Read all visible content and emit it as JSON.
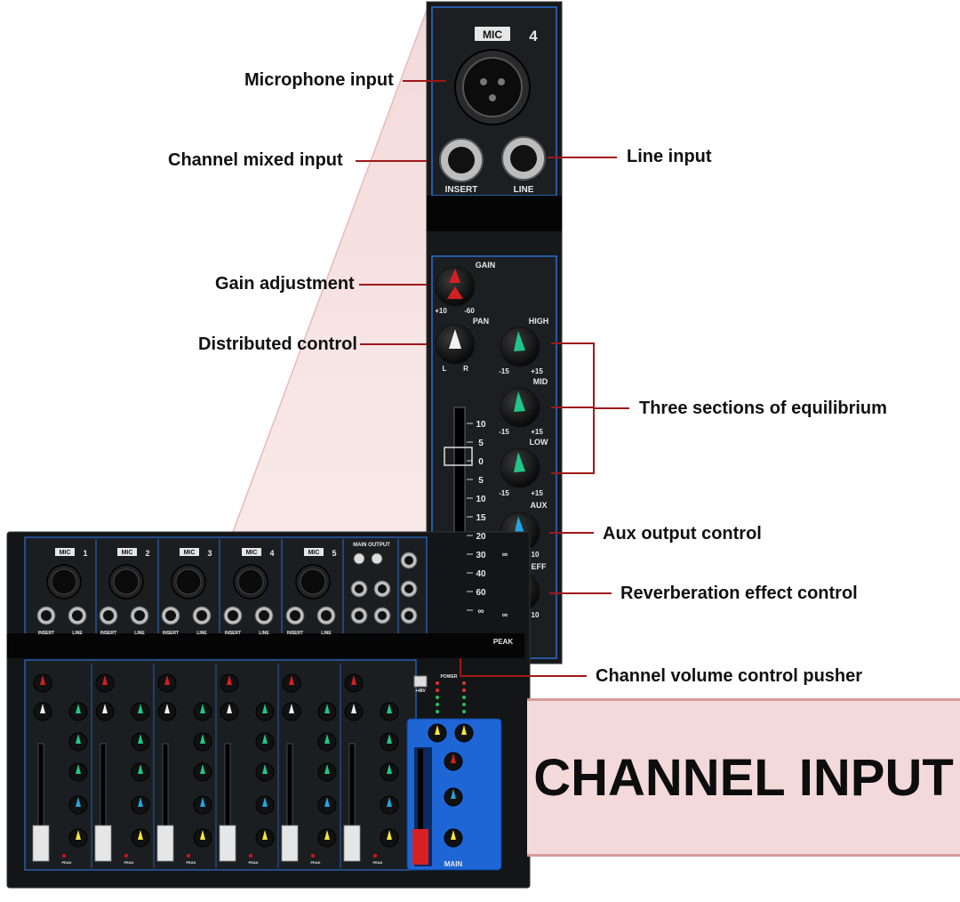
{
  "callouts": {
    "microphone_input": "Microphone input",
    "channel_mixed_input": "Channel mixed input",
    "line_input": "Line input",
    "gain_adjustment": "Gain adjustment",
    "distributed_control": "Distributed control",
    "three_sections": "Three sections of equilibrium",
    "aux_output": "Aux output control",
    "reverb_effect": "Reverberation effect control",
    "volume_pusher": "Channel volume control pusher"
  },
  "banner": {
    "title": "CHANNEL INPUT"
  },
  "strip": {
    "mic_label": "MIC",
    "channel_number": "4",
    "insert_label": "INSERT",
    "line_label": "LINE",
    "gain_label": "GAIN",
    "gain_min": "+10",
    "gain_max": "-60",
    "pan_label": "PAN",
    "pan_left": "L",
    "pan_right": "R",
    "high_label": "HIGH",
    "mid_label": "MID",
    "low_label": "LOW",
    "aux_label": "AUX",
    "eff_label": "EFF",
    "eq_min": "-15",
    "eq_max": "+15",
    "aux_min": "∞",
    "aux_max": "10",
    "peak_label": "PEAK",
    "fader_scale": [
      "10",
      "5",
      "0",
      "5",
      "10",
      "15",
      "20",
      "30",
      "40",
      "60",
      "∞"
    ]
  },
  "mixer": {
    "channel_numbers": [
      "1",
      "2",
      "3",
      "4",
      "5"
    ],
    "main_output_label": "MAIN OUTPUT",
    "main_label": "MAIN",
    "power_label": "POWER",
    "phantom_label": "+48V"
  },
  "colors": {
    "accent_red": "#a01818",
    "banner_fill": "#f3d9da",
    "panel_dark": "#151719",
    "panel_blue_line": "#2b6fd0",
    "master_blue": "#1e66d6"
  }
}
